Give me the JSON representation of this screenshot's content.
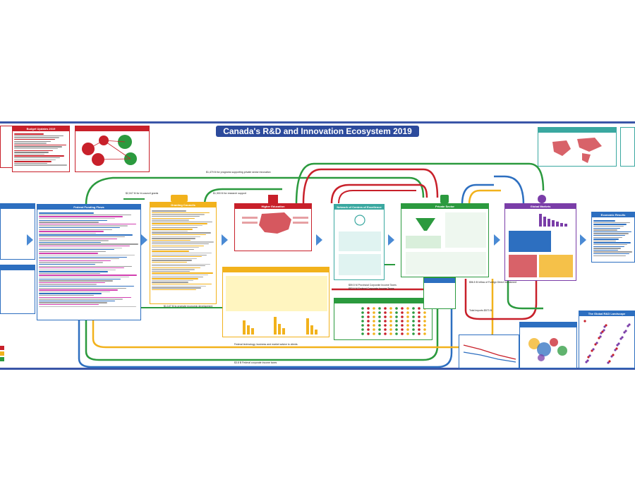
{
  "title": "Canada's R&D and Innovation Ecosystem 2019",
  "panels": {
    "budget": "Budget Updates 2019",
    "funding": "Federal Funding Flows",
    "granting": "Granting Councils",
    "higher_ed": "Higher Education",
    "networks": "Network of Centres of Excellence",
    "private": "Private Sector",
    "global": "Global Markets",
    "economic": "Economic Results",
    "rd_landscape": "The Global R&D Landscape"
  },
  "flows": [
    "$1,479 M for programs supporting private sector innovation",
    "$2,047 M for tri-council grants",
    "$1,300 M for research support",
    "$1,147 M to promote economic development",
    "$59.5 M Provincial Corporate Income Taxes",
    "$53.6 M Federal Corporate Income Taxes",
    "$3.8 B Federal corporate income taxes",
    "Federal technology, business and market advice to clients",
    "$56.5 B Inflow of Foreign Direct Investment",
    "Total imports $573 B"
  ],
  "colors": {
    "navy": "#2c4a9c",
    "red": "#c8202a",
    "green": "#2b9a3e",
    "yellow": "#f2b21c",
    "blue": "#2d6fc0",
    "purple": "#7a3da8",
    "teal": "#3aa8a0"
  }
}
